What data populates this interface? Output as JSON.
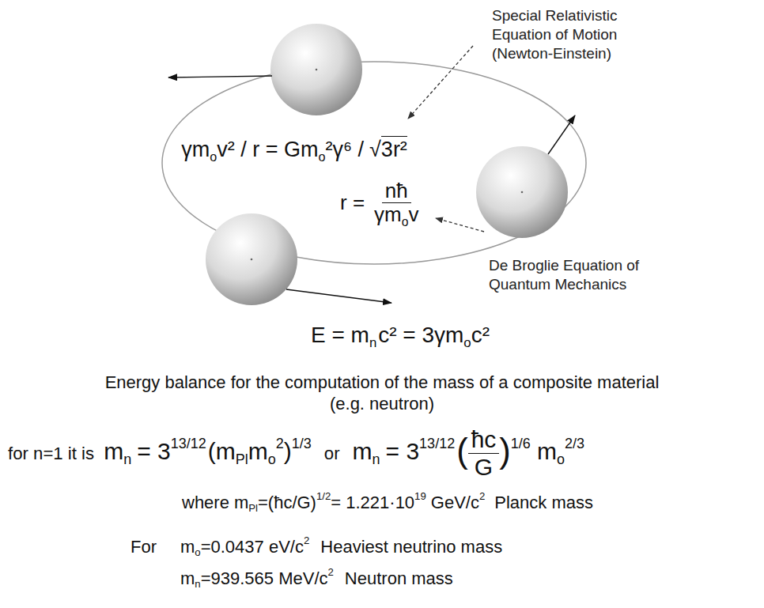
{
  "diagram": {
    "caption": "Energy balance for the computation of the mass of a composite material (e.g. neutron)",
    "labels": [
      "Special Relativistic Equation of Motion (Newton-Einstein)",
      "γm",
      "o",
      "v² / r = Gm",
      "o",
      "²γ⁶ /",
      "√",
      "3r²",
      "r =",
      "nħ",
      "γm",
      "o",
      "v",
      "De Broglie Equation of Quantum Mechanics",
      "E = m",
      "n",
      "c² = 3γm",
      "o",
      "c²",
      "for n=1 it is",
      "m",
      "n",
      "= 3",
      "13/12",
      "(m",
      "Pl",
      "m",
      "o",
      "2",
      ")",
      "1/3",
      "or",
      "m",
      "n",
      "= 3",
      "13/12",
      "(",
      "ħc",
      "G",
      ")",
      "1/6",
      "m",
      "o",
      "2/3",
      "where",
      "m",
      "Pl",
      "=(ħc/G)",
      "1/2",
      "= 1.221·10",
      "19",
      "GeV/c",
      "2",
      "Planck mass",
      "For",
      "m",
      "o",
      "=0.0437 eV/c",
      "2",
      "Heaviest neutrino mass",
      "m",
      "n",
      "=939.565 MeV/c",
      "2",
      "Neutron mass"
    ]
  }
}
